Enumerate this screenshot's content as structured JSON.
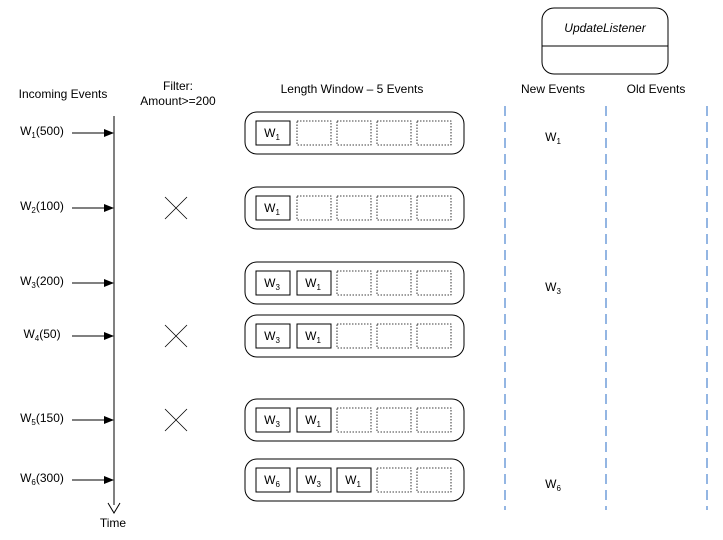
{
  "listener": {
    "label": "UpdateListener"
  },
  "headers": {
    "incoming": "Incoming Events",
    "filter_line1": "Filter:",
    "filter_line2": "Amount>=200",
    "window": "Length Window – 5 Events",
    "new_events": "New Events",
    "old_events": "Old Events"
  },
  "time_label": "Time",
  "window_size": 5,
  "rows": [
    {
      "event": {
        "base": "W",
        "sub": "1",
        "amount": "500"
      },
      "filtered_out": false,
      "window": [
        {
          "base": "W",
          "sub": "1"
        }
      ],
      "new_event": {
        "base": "W",
        "sub": "1"
      }
    },
    {
      "event": {
        "base": "W",
        "sub": "2",
        "amount": "100"
      },
      "filtered_out": true,
      "window": [
        {
          "base": "W",
          "sub": "1"
        }
      ],
      "new_event": null
    },
    {
      "event": {
        "base": "W",
        "sub": "3",
        "amount": "200"
      },
      "filtered_out": false,
      "window": [
        {
          "base": "W",
          "sub": "3"
        },
        {
          "base": "W",
          "sub": "1"
        }
      ],
      "new_event": {
        "base": "W",
        "sub": "3"
      }
    },
    {
      "event": {
        "base": "W",
        "sub": "4",
        "amount": "50"
      },
      "filtered_out": true,
      "window": [
        {
          "base": "W",
          "sub": "3"
        },
        {
          "base": "W",
          "sub": "1"
        }
      ],
      "new_event": null
    },
    {
      "event": {
        "base": "W",
        "sub": "5",
        "amount": "150"
      },
      "filtered_out": true,
      "window": [
        {
          "base": "W",
          "sub": "3"
        },
        {
          "base": "W",
          "sub": "1"
        }
      ],
      "new_event": null
    },
    {
      "event": {
        "base": "W",
        "sub": "6",
        "amount": "300"
      },
      "filtered_out": false,
      "window": [
        {
          "base": "W",
          "sub": "6"
        },
        {
          "base": "W",
          "sub": "3"
        },
        {
          "base": "W",
          "sub": "1"
        }
      ],
      "new_event": {
        "base": "W",
        "sub": "6"
      }
    }
  ],
  "colors": {
    "divider": "#5b8fd4",
    "stroke": "#000000"
  }
}
